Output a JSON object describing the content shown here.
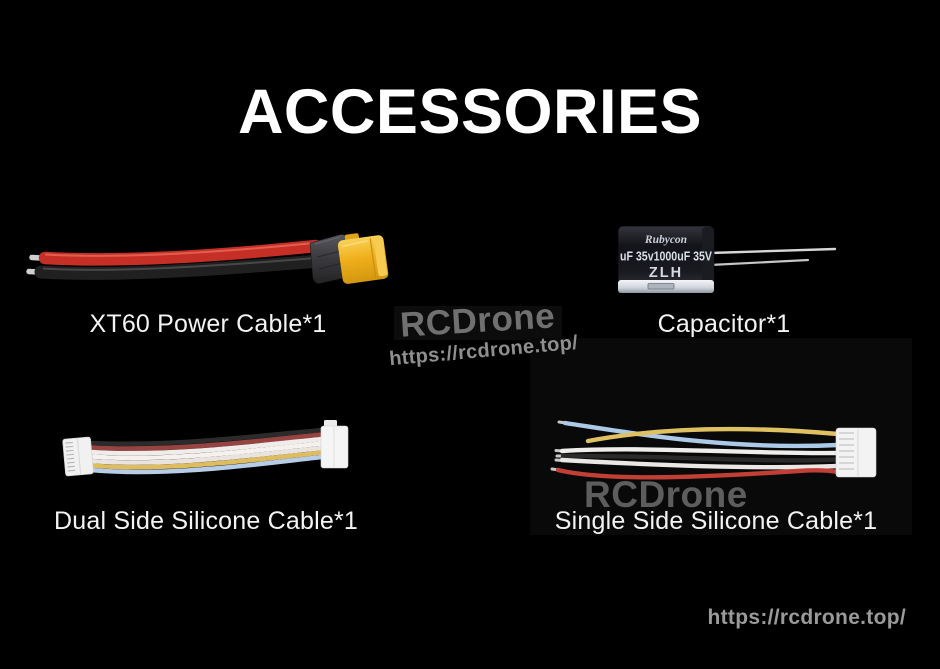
{
  "title": "ACCESSORIES",
  "items": [
    {
      "id": "xt60",
      "label": "XT60 Power Cable*1"
    },
    {
      "id": "capacitor",
      "label": "Capacitor*1"
    },
    {
      "id": "dual",
      "label": "Dual Side Silicone Cable*1"
    },
    {
      "id": "single",
      "label": "Single Side Silicone Cable*1"
    }
  ],
  "watermarks": {
    "brand_center": "RCDrone",
    "url_center": "https://rcdrone.top/",
    "brand_lower": "RCDrone",
    "url_footer": "https://rcdrone.top/"
  },
  "capacitor_markings": {
    "top_row": "Rubycon",
    "mid_row": "uF 35v1000uF 35V",
    "series_row": "ZLH"
  },
  "colors": {
    "background": "#000000",
    "title_text": "#ffffff",
    "label_text": "#f3f3f3",
    "watermark_gray": "#707070",
    "xt60_connector_yellow": "#f0b01c",
    "wire_red": "#c62f26",
    "wire_black": "#262626",
    "wire_dark_red": "#964341",
    "wire_white": "#efefef",
    "wire_yellow": "#ddbd60",
    "wire_blue": "#b7cce6",
    "capacitor_band_silver": "#c9ced8"
  }
}
